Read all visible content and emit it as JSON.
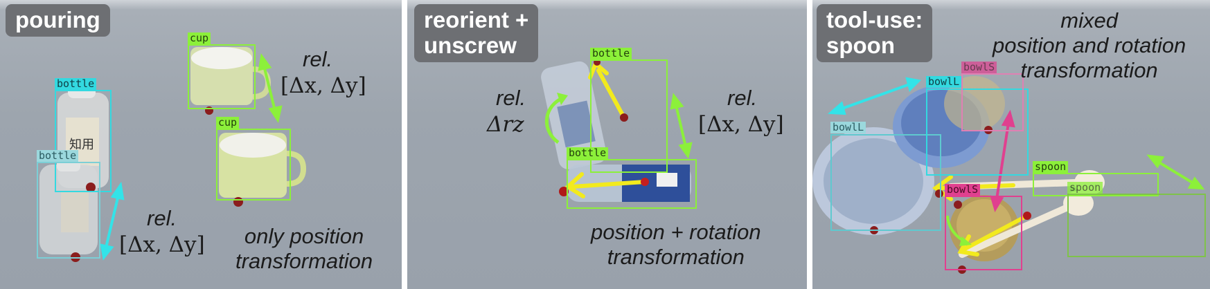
{
  "panels": [
    {
      "tag": "pouring",
      "caption": "only position\ntransformation",
      "rel_labels": [
        "rel.",
        "rel."
      ],
      "rel_math": [
        "[Δx, Δy]",
        "[Δx, Δy]"
      ],
      "boxes": [
        "bottle",
        "bottle",
        "cup",
        "cup"
      ]
    },
    {
      "tag": "reorient +\nunscrew",
      "caption": "position + rotation\ntransformation",
      "rel_labels": [
        "rel.",
        "rel."
      ],
      "rel_math": [
        "Δrz",
        "[Δx, Δy]"
      ],
      "boxes": [
        "bottle",
        "bottle"
      ]
    },
    {
      "tag": "tool-use:\nspoon",
      "caption": "mixed\nposition and rotation\ntransformation",
      "boxes": [
        "bowlL",
        "bowlL",
        "bowlS",
        "bowlS",
        "spoon",
        "spoon"
      ]
    }
  ],
  "colors": {
    "cyan": "#33d9e0",
    "lime": "#8cf03a",
    "pink": "#e0408f",
    "yellow": "#f2ea1d",
    "tag_bg": "#6d6f73"
  }
}
